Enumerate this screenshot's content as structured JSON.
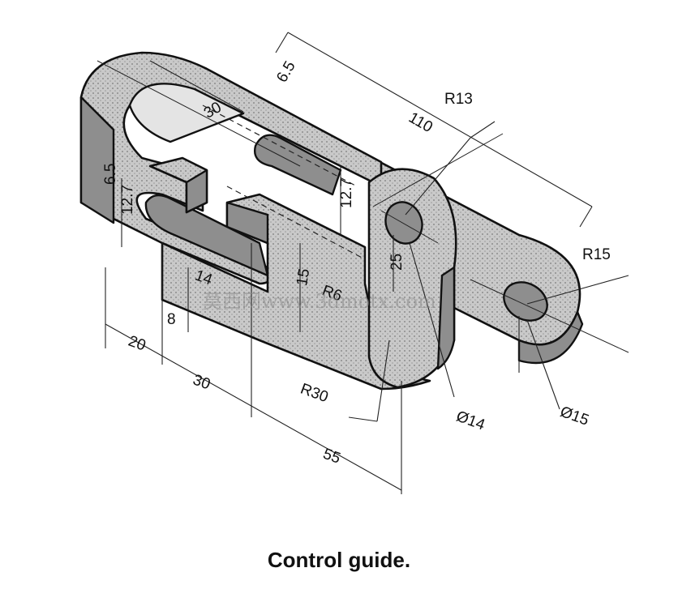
{
  "dimensions": {
    "d6_5_top": "6.5",
    "d30_top": "30",
    "d110": "110",
    "r13": "R13",
    "d6_5_left": "6.5",
    "d12_7_left": "12.7",
    "d12_7_mid": "12.7",
    "d25": "25",
    "r15": "R15",
    "d14": "14",
    "d15": "15",
    "r6": "R6",
    "d8": "8",
    "d20": "20",
    "d30_bottom": "30",
    "r30": "R30",
    "phi14": "Ø14",
    "phi15": "Ø15",
    "d55": "55"
  },
  "watermark": "莫西网www.3dmotx.com",
  "caption": "Control guide."
}
